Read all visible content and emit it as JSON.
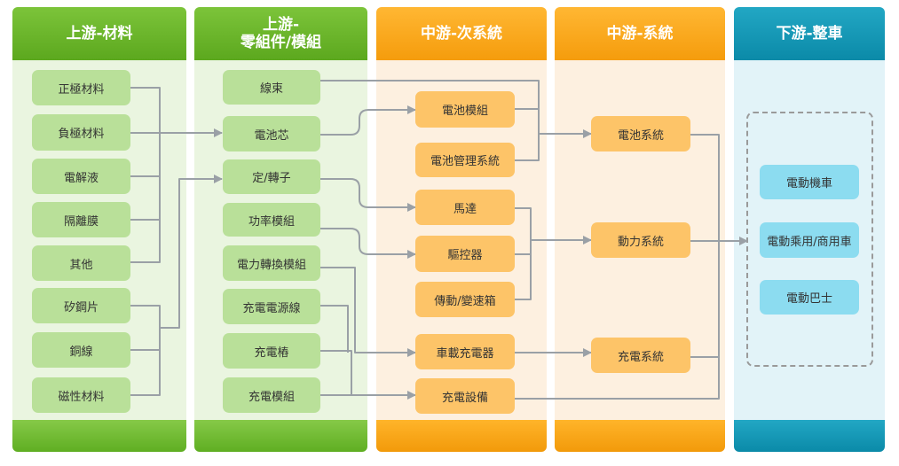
{
  "columns": [
    {
      "title": "上游-材料"
    },
    {
      "title_line1": "上游-",
      "title_line2": "零組件/模組"
    },
    {
      "title": "中游-次系統"
    },
    {
      "title": "中游-系統"
    },
    {
      "title": "下游-整車"
    }
  ],
  "materials": [
    "正極材料",
    "負極材料",
    "電解液",
    "隔離膜",
    "其他",
    "矽鋼片",
    "銅線",
    "磁性材料"
  ],
  "components": [
    "線束",
    "電池芯",
    "定/轉子",
    "功率模組",
    "電力轉換模組",
    "充電電源線",
    "充電樁",
    "充電模組"
  ],
  "subsystems": [
    "電池模組",
    "電池管理系統",
    "馬達",
    "驅控器",
    "傳動/變速箱",
    "車載充電器",
    "充電設備"
  ],
  "systems": [
    "電池系統",
    "動力系統",
    "充電系統"
  ],
  "vehicles": [
    "電動機車",
    "電動乘用/商用車",
    "電動巴士"
  ],
  "colors": {
    "green": "#6cb82c",
    "orange": "#f7a41c",
    "teal": "#1597b5",
    "line": "#9aa0a6"
  }
}
